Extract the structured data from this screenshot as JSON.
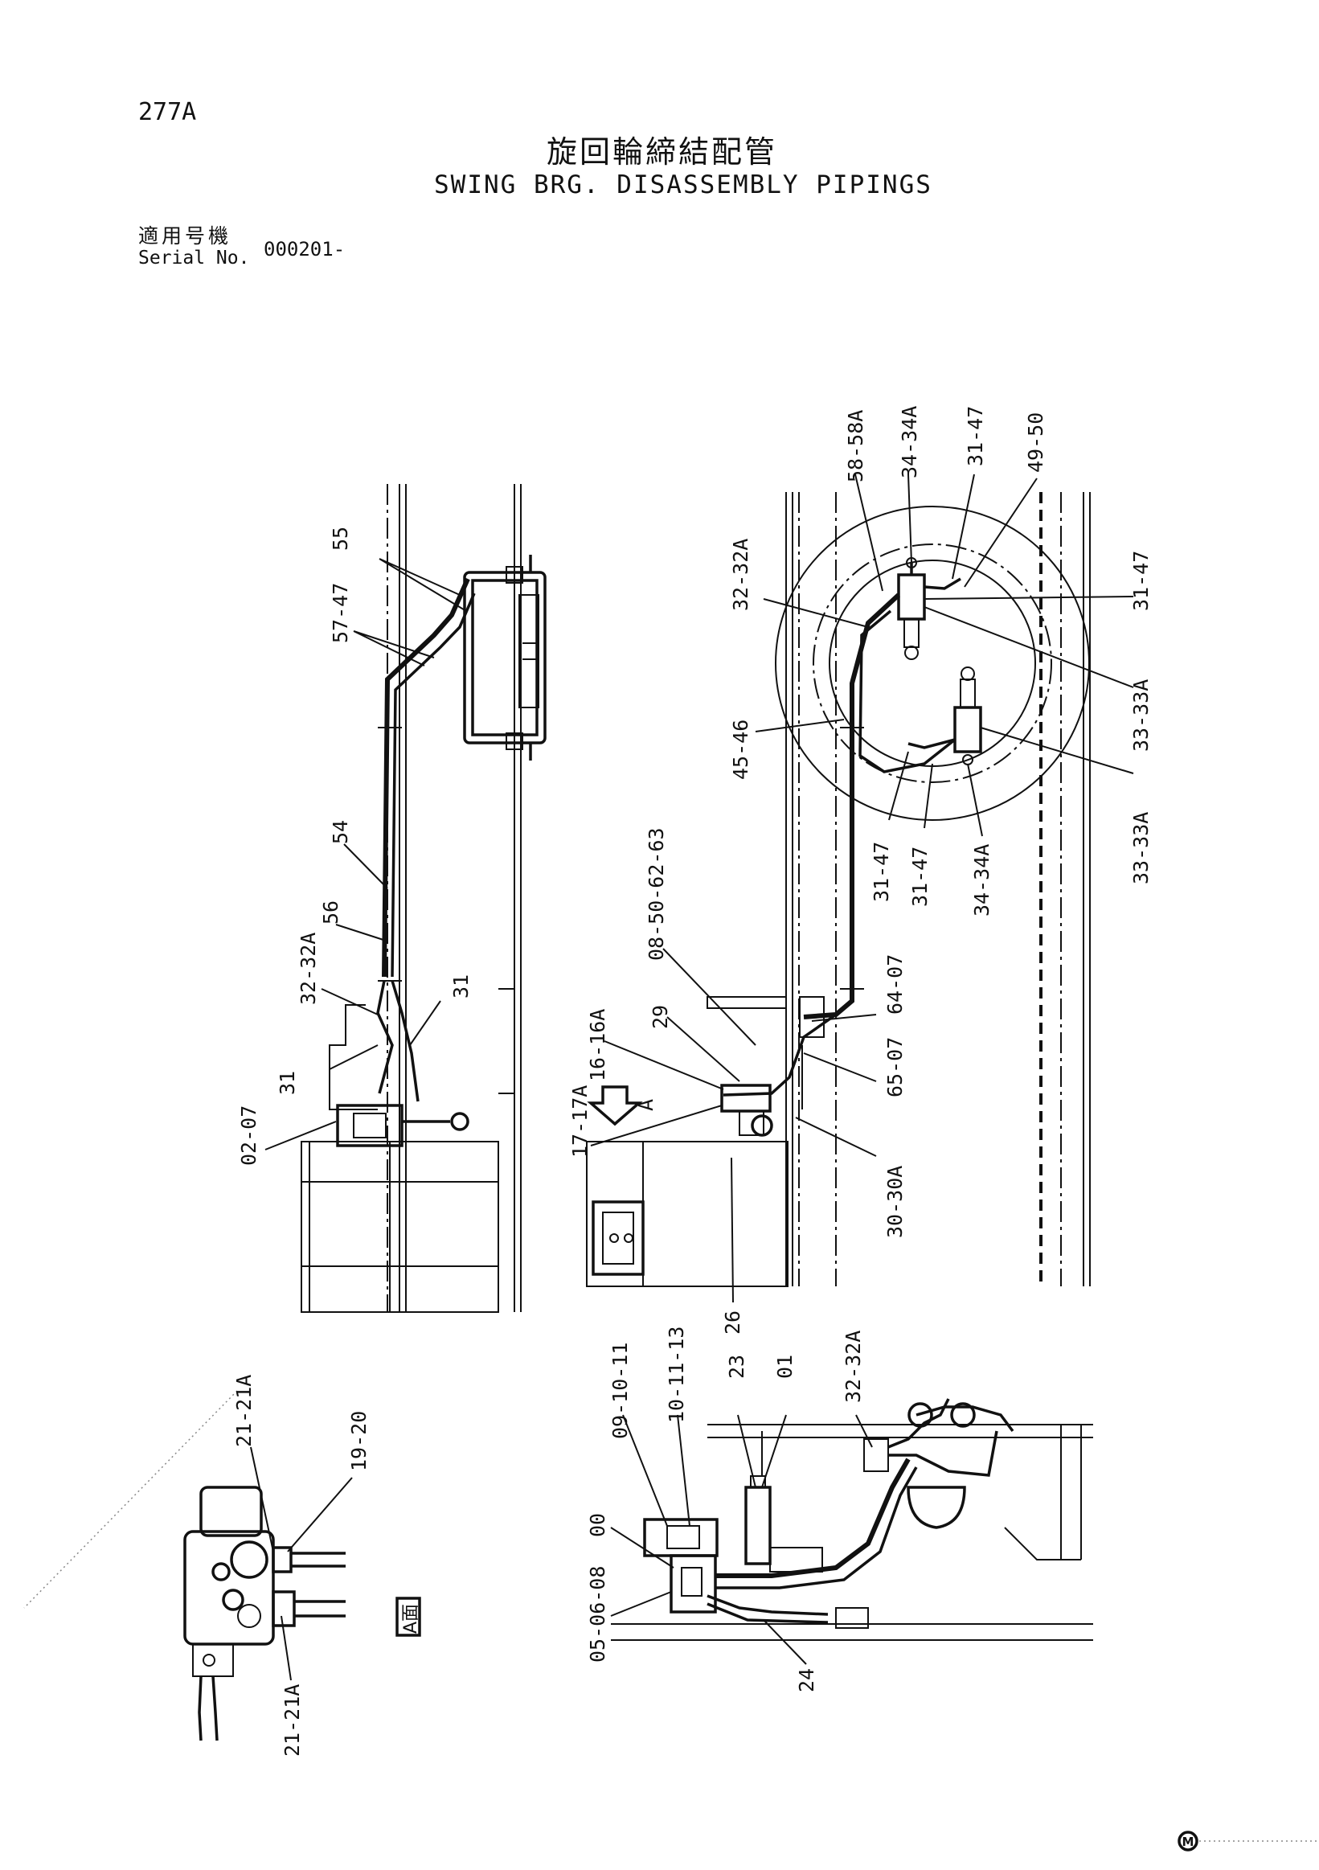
{
  "header": {
    "page_number": "277A",
    "title_jp": "旋回輪締結配管",
    "title_en": "SWING BRG. DISASSEMBLY PIPINGS",
    "serial_label_jp": "適用号機",
    "serial_label_en": "Serial No.",
    "serial_value": "000201-"
  },
  "view_label": "A面",
  "arrow_label": "A",
  "labels": {
    "d1": [
      "55",
      "57-47",
      "54",
      "56",
      "32-32A",
      "31",
      "31",
      "02-07"
    ],
    "d2": [
      "58-58A",
      "34-34A",
      "31-47",
      "49-50",
      "31-47",
      "32-32A",
      "33-33A",
      "45-46",
      "31-47",
      "31-47",
      "34-34A",
      "33-33A",
      "08-50-62-63",
      "29",
      "16-16A",
      "64-07",
      "65-07",
      "17-17A",
      "30-30A",
      "26"
    ],
    "d3": [
      "09-10-11",
      "10-11-13",
      "23",
      "01",
      "32-32A",
      "00",
      "05-06-08",
      "24"
    ],
    "d4": [
      "21-21A",
      "19-20",
      "21-21A"
    ]
  },
  "footer_mark": "M"
}
